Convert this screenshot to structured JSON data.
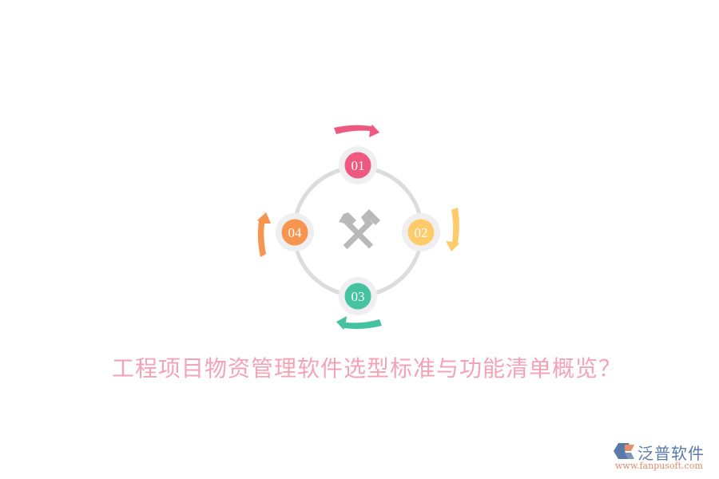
{
  "title": "工程项目物资管理软件选型标准与功能清单概览？",
  "center_icon": "crossed-hammers-icon",
  "nodes": [
    {
      "label": "01",
      "color": "#ee5980",
      "position": "top"
    },
    {
      "label": "02",
      "color": "#fdcb6a",
      "position": "right"
    },
    {
      "label": "03",
      "color": "#45c2a2",
      "position": "bottom"
    },
    {
      "label": "04",
      "color": "#f7944f",
      "position": "left"
    }
  ],
  "colors": {
    "ring": "#dcdcdc",
    "node_halo": "#efeff1",
    "icon": "#b9b9b9",
    "title": "#f4a3b6"
  },
  "logo": {
    "name": "泛普软件",
    "url": "www.fanpusoft.com"
  }
}
